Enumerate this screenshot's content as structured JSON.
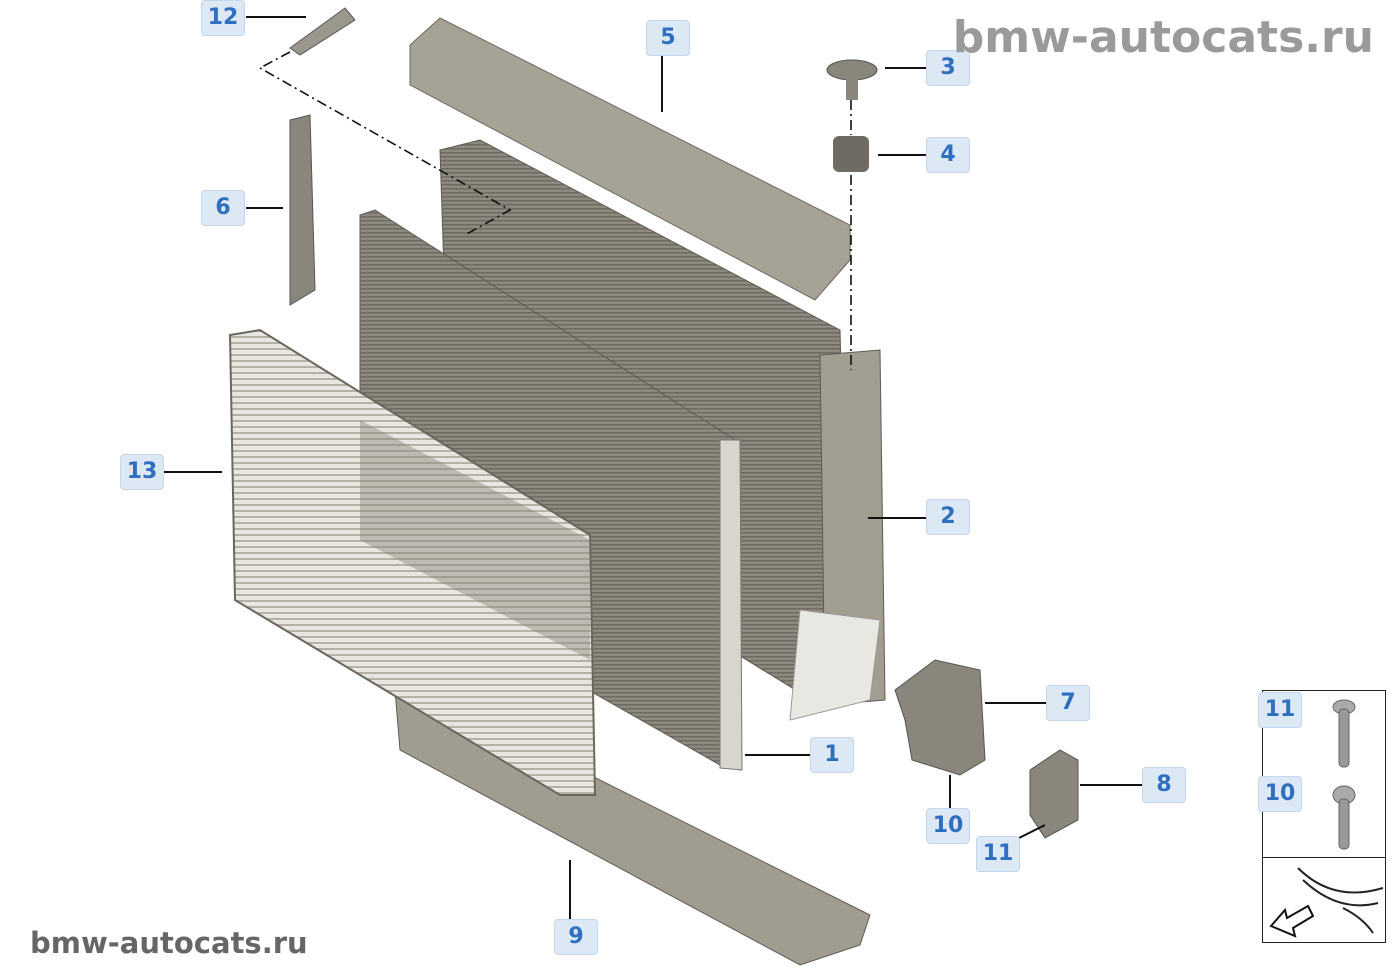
{
  "watermarks": {
    "top": "bmw-autocats.ru",
    "bottom": "bmw-autocats.ru"
  },
  "callouts": [
    "12",
    "5",
    "3",
    "4",
    "6",
    "13",
    "2",
    "7",
    "1",
    "8",
    "10",
    "11",
    "9"
  ],
  "inset": {
    "items": [
      "11",
      "10"
    ],
    "icon": "vehicle-front-arrow-icon"
  },
  "colors": {
    "label_bg": "#dde8f5",
    "label_text": "#2e6fc0",
    "part": "#8f8b80"
  }
}
